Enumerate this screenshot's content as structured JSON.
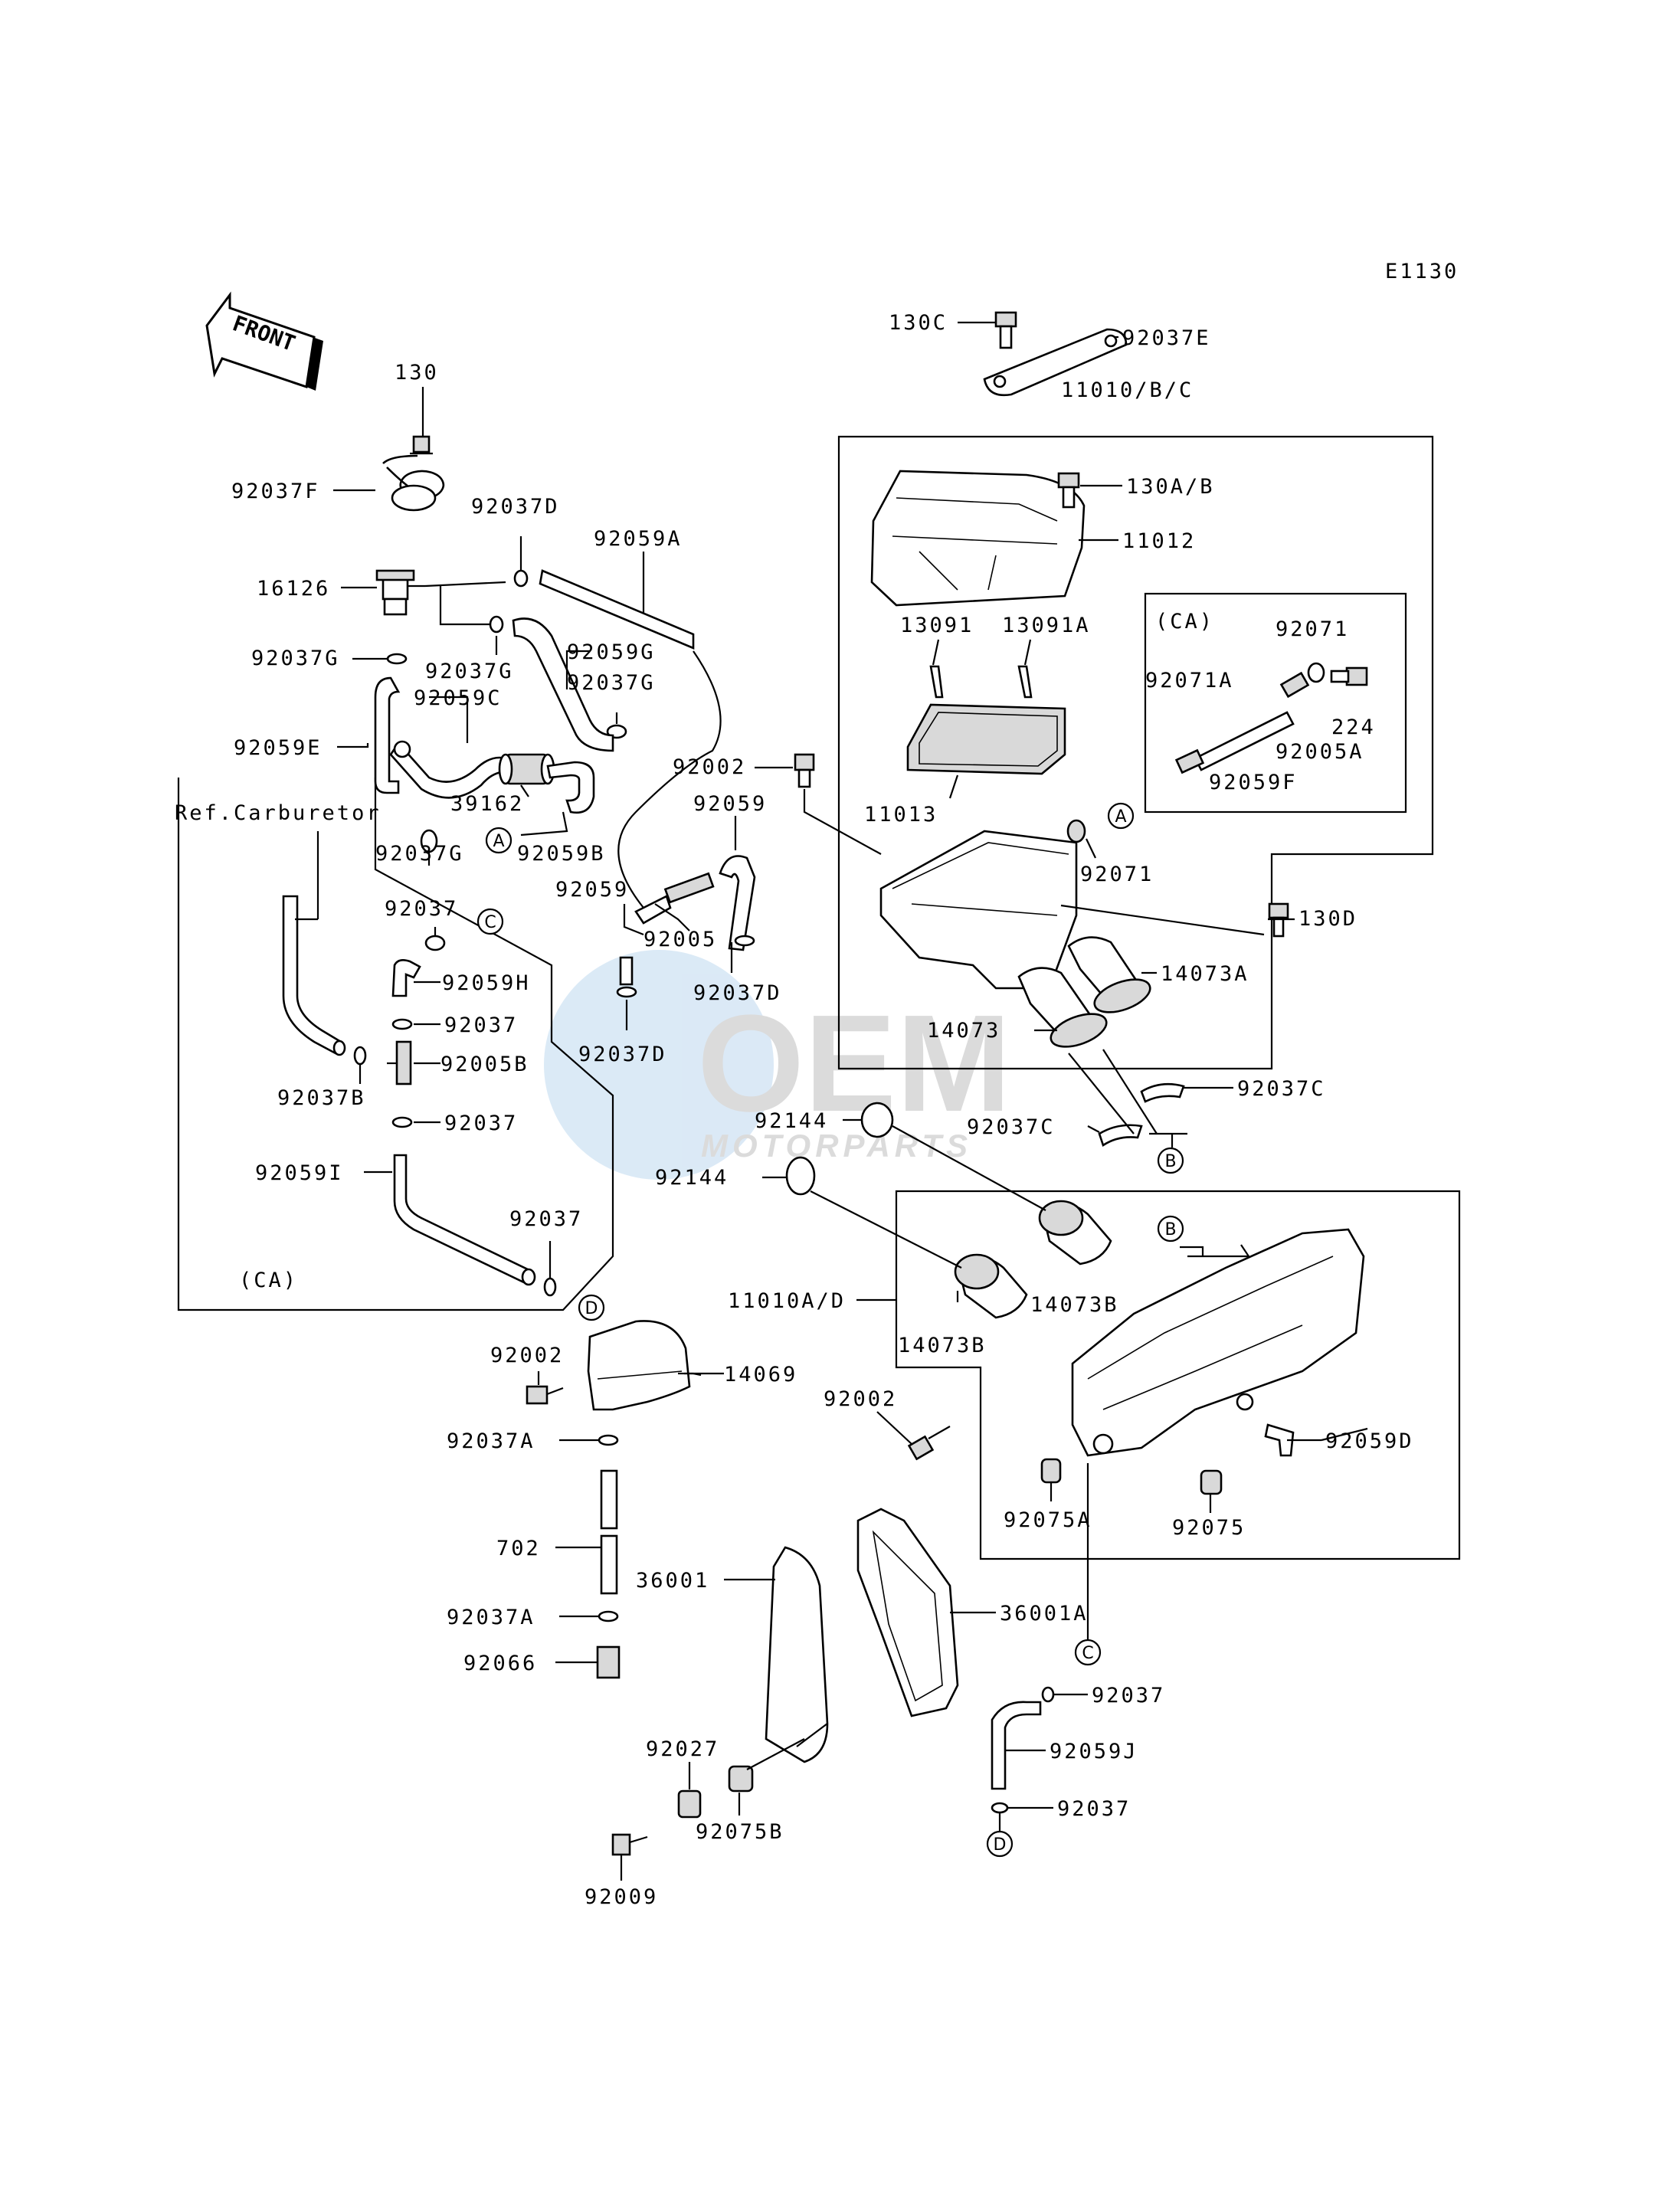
{
  "diagram_code": "E1130",
  "front_label": "FRONT",
  "ref_label": "Ref.Carburetor",
  "ca_label": "(CA)",
  "watermark": {
    "brand": "OEM",
    "sub": "MOTORPARTS"
  },
  "parts": {
    "p130": "130",
    "p92037F": "92037F",
    "p92037D_a": "92037D",
    "p92059A": "92059A",
    "p16126": "16126",
    "p92037G_a": "92037G",
    "p92037G_b": "92037G",
    "p92059G": "92059G",
    "p92037G_c": "92037G",
    "p92059C": "92059C",
    "p92059E": "92059E",
    "p39162": "39162",
    "p92037G_d": "92037G",
    "p92059B": "92059B",
    "p92002_a": "92002",
    "p92059_a": "92059",
    "p92059_b": "92059",
    "p92005": "92005",
    "p92037D_b": "92037D",
    "p92037D_c": "92037D",
    "p92037_a": "92037",
    "p92059H": "92059H",
    "p92037_b": "92037",
    "p92005B": "92005B",
    "p92037B": "92037B",
    "p92037_c": "92037",
    "p92059I": "92059I",
    "p92037_d": "92037",
    "p130C": "130C",
    "p92037E": "92037E",
    "p11010BC": "11010/B/C",
    "p130AB": "130A/B",
    "p11012": "11012",
    "p13091": "13091",
    "p13091A": "13091A",
    "p92071_a": "92071",
    "p92071A": "92071A",
    "p224": "224",
    "p92005A": "92005A",
    "p92059F": "92059F",
    "p11013": "11013",
    "p92071_b": "92071",
    "p130D": "130D",
    "p14073A": "14073A",
    "p14073": "14073",
    "p92037C_a": "92037C",
    "p92037C_b": "92037C",
    "p92144_a": "92144",
    "p92144_b": "92144",
    "p14073B_a": "14073B",
    "p14073B_b": "14073B",
    "p11010AD": "11010A/D",
    "p92002_b": "92002",
    "p14069": "14069",
    "p92037A_a": "92037A",
    "p702": "702",
    "p92037A_b": "92037A",
    "p92066": "92066",
    "p36001": "36001",
    "p36001A": "36001A",
    "p92002_c": "92002",
    "p92059D": "92059D",
    "p92075A": "92075A",
    "p92075": "92075",
    "p92037_e": "92037",
    "p92059J": "92059J",
    "p92037_f": "92037",
    "p92027": "92027",
    "p92075B": "92075B",
    "p92009": "92009"
  },
  "refs": {
    "A": "A",
    "B": "B",
    "C": "C",
    "D": "D"
  }
}
